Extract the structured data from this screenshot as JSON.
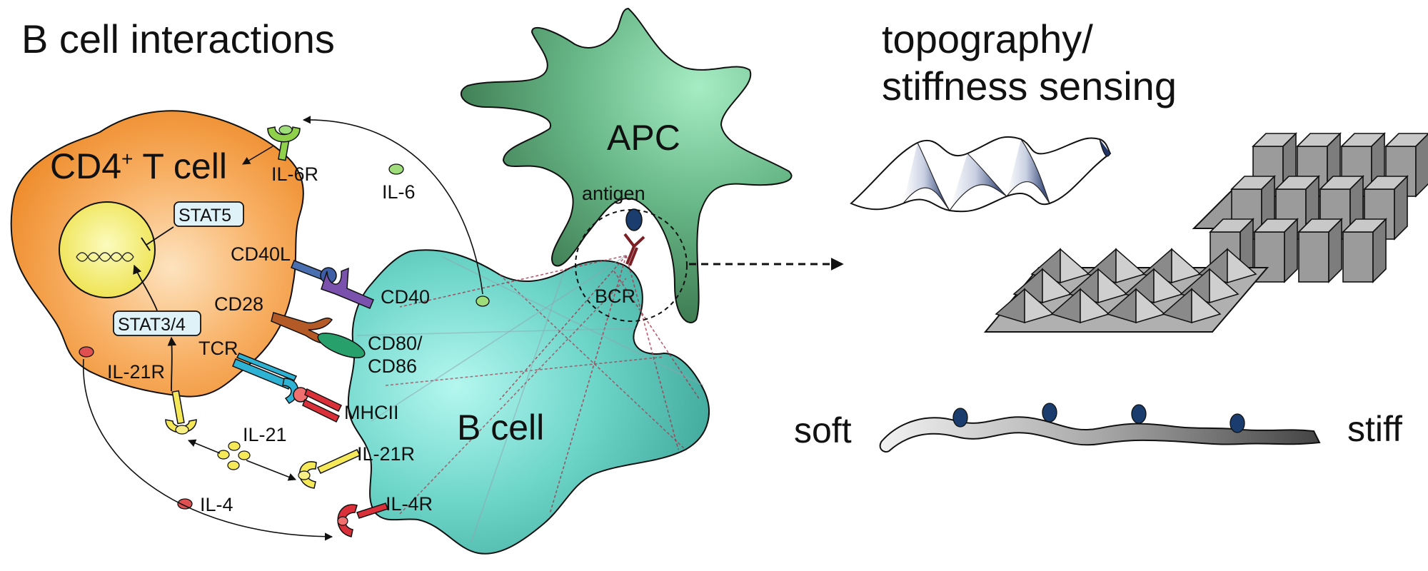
{
  "titles": {
    "left": "B cell interactions",
    "right_line1": "topography/",
    "right_line2": "stiffness sensing"
  },
  "cells": {
    "t_cell": "CD4",
    "t_cell_sup": "+",
    "t_cell_rest": " T cell",
    "apc": "APC",
    "b_cell": "B cell"
  },
  "tcell_labels": {
    "il6r": "IL-6R",
    "cd40l": "CD40L",
    "cd28": "CD28",
    "tcr": "TCR",
    "il21r": "IL-21R",
    "stat5": "STAT5",
    "stat34": "STAT3/4"
  },
  "bcell_labels": {
    "cd40": "CD40",
    "cd80": "CD80/",
    "cd86": "CD86",
    "mhcii": "MHCII",
    "il21r": "IL-21R",
    "il4r": "IL-4R",
    "bcr": "BCR"
  },
  "cytokines": {
    "il6": "IL-6",
    "il21": "IL-21",
    "il4": "IL-4"
  },
  "apc_labels": {
    "antigen": "antigen"
  },
  "stiffness": {
    "soft": "soft",
    "stiff": "stiff"
  },
  "colors": {
    "t_cell": "#f5a44a",
    "apc": "#5aaa74",
    "b_cell": "#5cc9bd",
    "nucleus": "#f3ee5c",
    "stat_box": "#dff2f8",
    "antigen": "#1a3d6e",
    "bcr": "#7b1f24",
    "il6": "#9fdc7a",
    "il21": "#f0e870",
    "il4": "#e05050"
  }
}
